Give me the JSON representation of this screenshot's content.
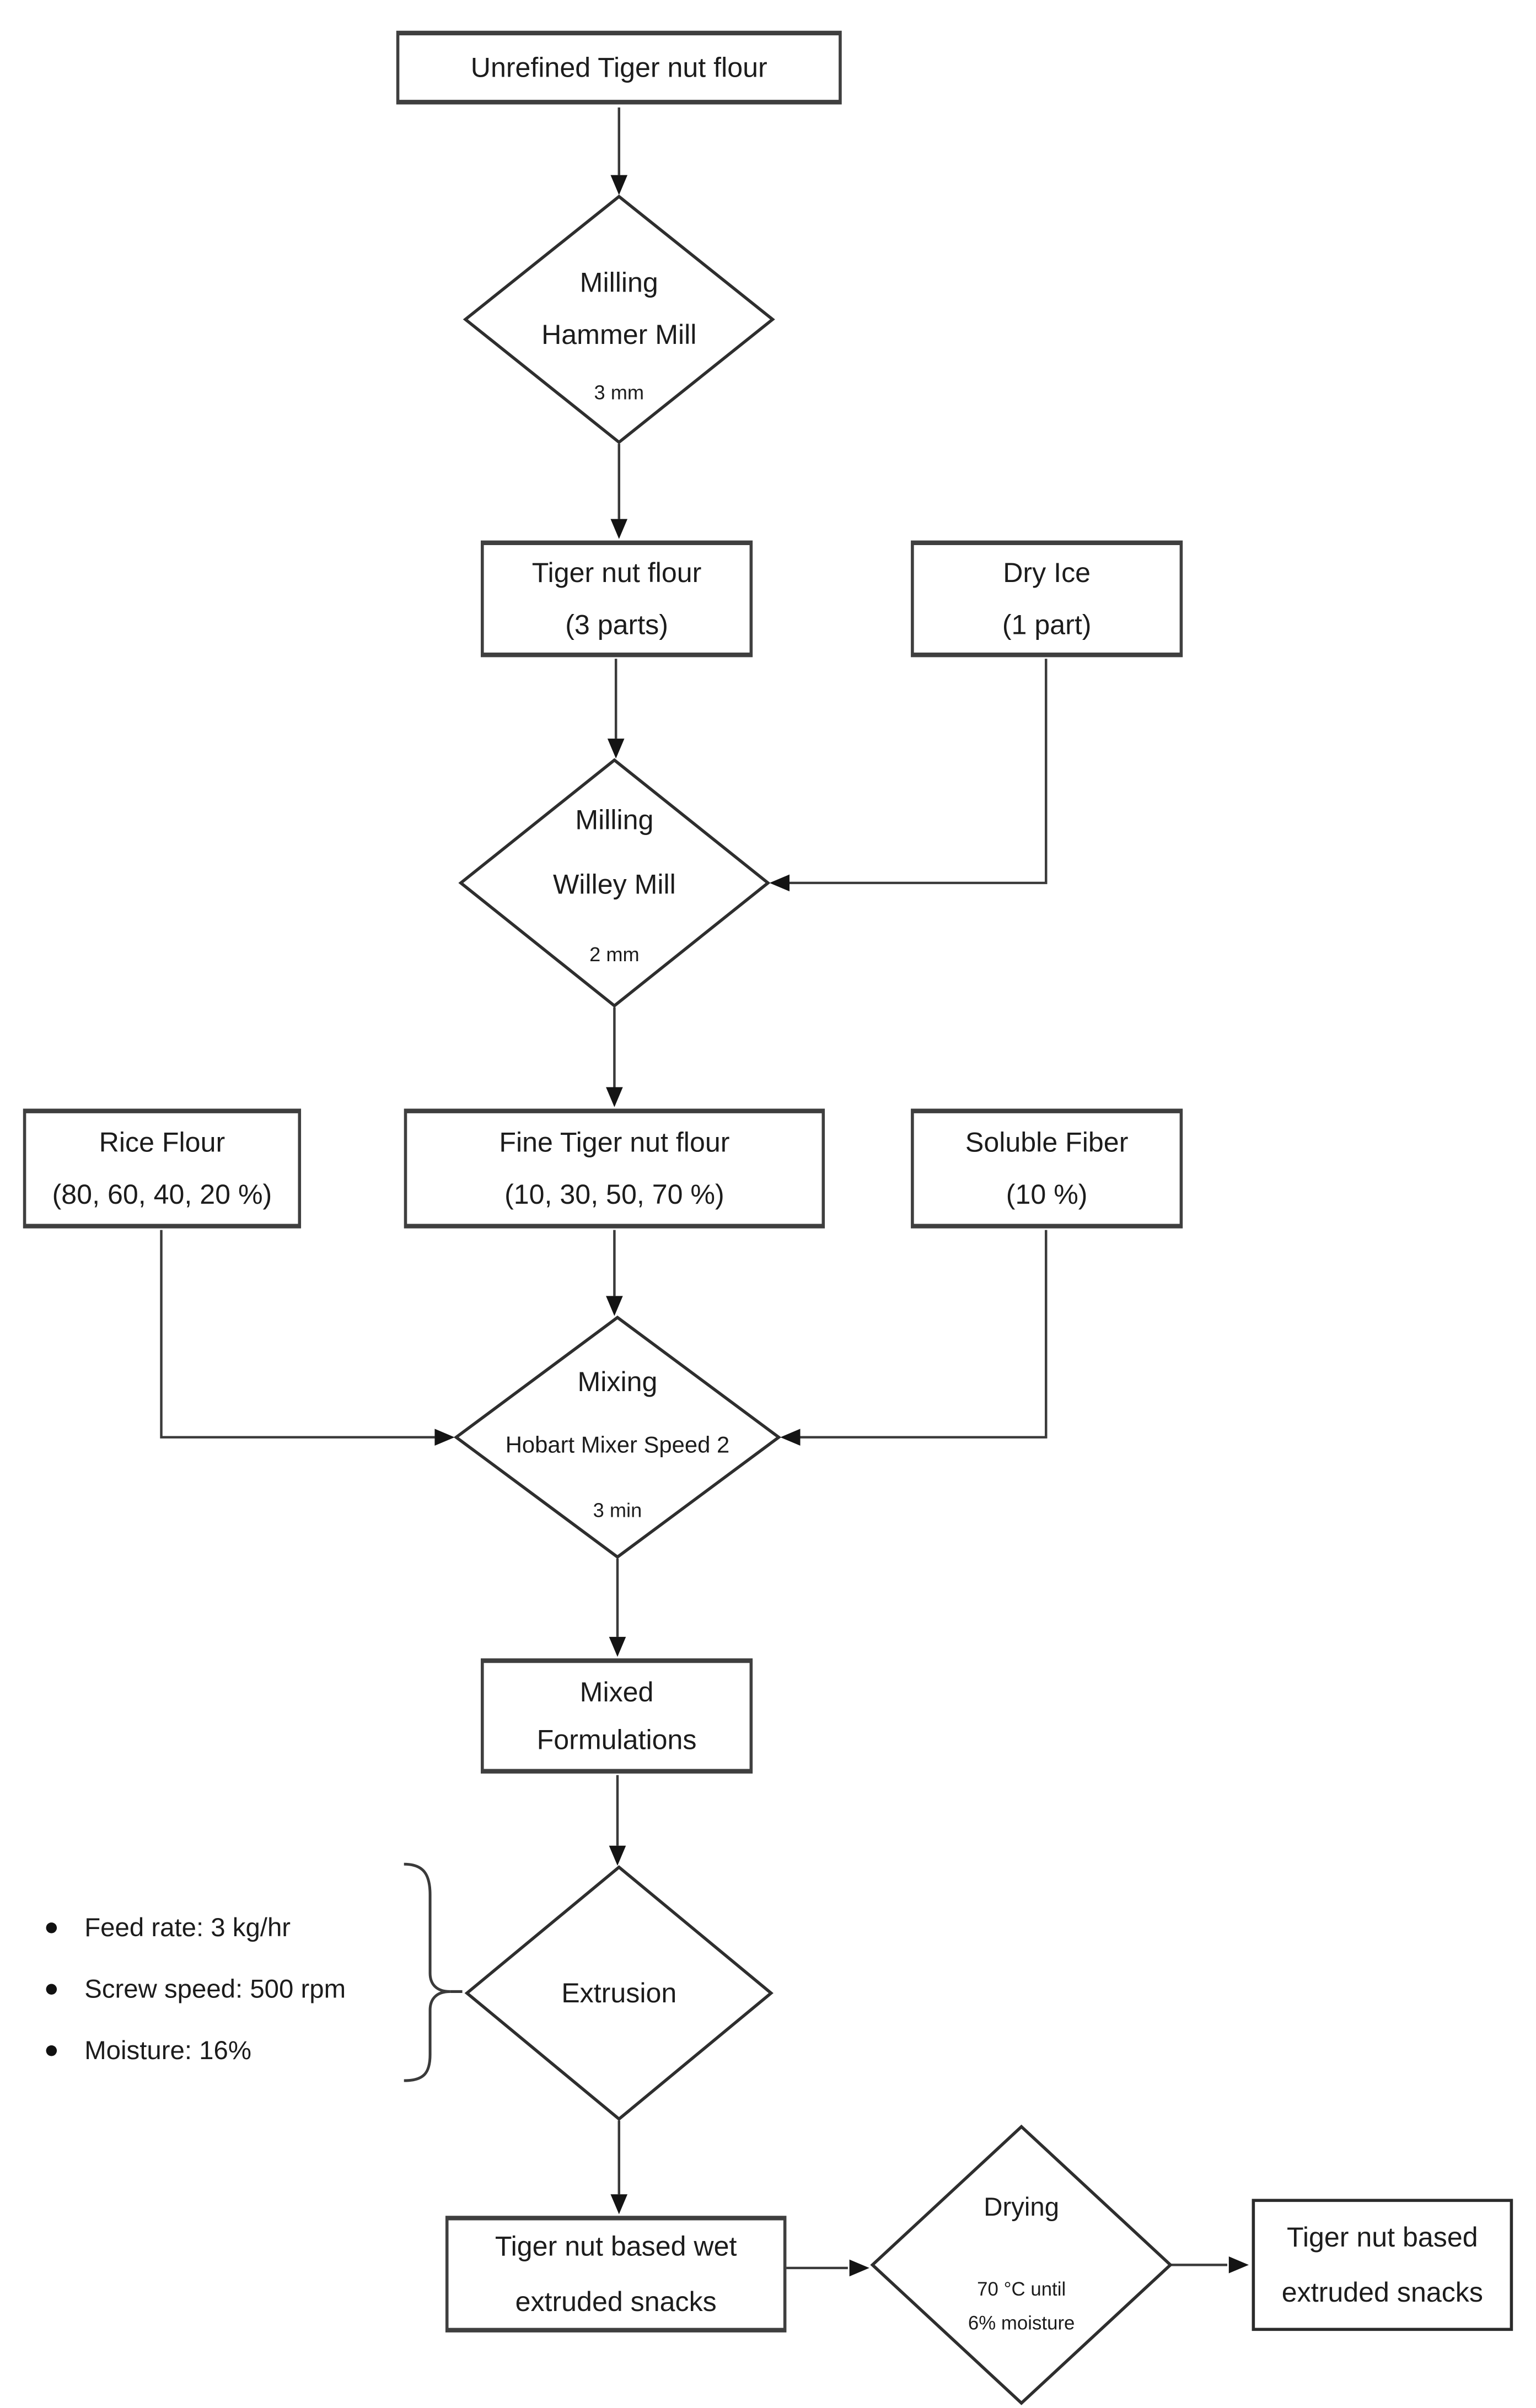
{
  "diagram": {
    "title": "Tiger nut extruded snacks process flowchart",
    "background_color": "#ffffff",
    "box_border_color": "#3f3f3f",
    "line_color": "#3a3a3a",
    "arrow_color": "#141414",
    "text_color": "#1c1c1c"
  },
  "nodes": {
    "unrefined": {
      "label": "Unrefined Tiger nut flour"
    },
    "milling_hammer": {
      "title": "Milling",
      "subtitle": "Hammer Mill",
      "note": "3 mm"
    },
    "tigernut_flour": {
      "line1": "Tiger nut flour",
      "line2": "(3 parts)"
    },
    "dry_ice": {
      "line1": "Dry Ice",
      "line2": "(1 part)"
    },
    "milling_willey": {
      "title": "Milling",
      "subtitle": "Willey Mill",
      "note": "2 mm"
    },
    "rice_flour": {
      "line1": "Rice Flour",
      "line2": "(80, 60, 40, 20 %)"
    },
    "fine_tigernut": {
      "line1": "Fine Tiger nut flour",
      "line2": "(10, 30, 50, 70 %)"
    },
    "soluble_fiber": {
      "line1": "Soluble Fiber",
      "line2": "(10 %)"
    },
    "mixing": {
      "title": "Mixing",
      "subtitle": "Hobart Mixer Speed 2",
      "note": "3 min"
    },
    "mixed_formulations": {
      "line1": "Mixed",
      "line2": "Formulations"
    },
    "extrusion": {
      "title": "Extrusion"
    },
    "extrusion_params": [
      "Feed rate: 3 kg/hr",
      "Screw speed: 500 rpm",
      "Moisture: 16%"
    ],
    "wet_snacks": {
      "line1": "Tiger nut based wet",
      "line2": "extruded snacks"
    },
    "drying": {
      "title": "Drying",
      "note1": "70 °C until",
      "note2": "6% moisture"
    },
    "final_snacks": {
      "line1": "Tiger nut based",
      "line2": "extruded snacks"
    }
  }
}
